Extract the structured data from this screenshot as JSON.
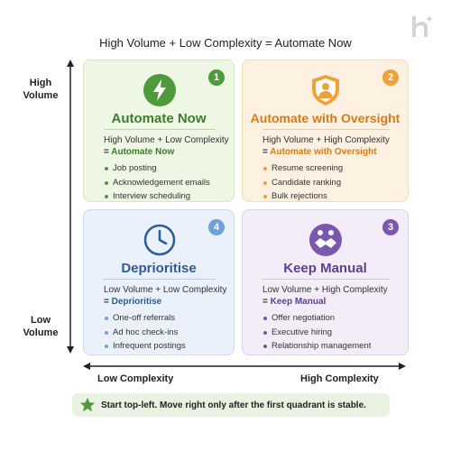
{
  "title": "High Volume + Low Complexity = Automate Now",
  "axes": {
    "y_high": "High Volume",
    "y_low": "Low Volume",
    "x_low": "Low Complexity",
    "x_high": "High Complexity"
  },
  "quadrants": {
    "q1": {
      "number": "1",
      "title": "Automate Now",
      "icon": "lightning-bolt-icon",
      "desc": "High Volume + Low Complexity",
      "eq_prefix": "= ",
      "eq_value": "Automate Now",
      "items": [
        "Job posting",
        "Acknowledgement emails",
        "Interview scheduling"
      ],
      "color": "#4e9a3c"
    },
    "q2": {
      "number": "2",
      "title": "Automate with Oversight",
      "icon": "shield-person-icon",
      "desc": "High Volume + High Complexity",
      "eq_prefix": "= ",
      "eq_value": "Automate with Oversight",
      "items": [
        "Resume screening",
        "Candidate ranking",
        "Bulk rejections"
      ],
      "color": "#f0a13a"
    },
    "q3": {
      "number": "3",
      "title": "Keep Manual",
      "icon": "handshake-icon",
      "desc": "Low Volume + High Complexity",
      "eq_prefix": "= ",
      "eq_value": "Keep Manual",
      "items": [
        "Offer negotiation",
        "Executive hiring",
        "Relationship management"
      ],
      "color": "#7a58ab"
    },
    "q4": {
      "number": "4",
      "title": "Deprioritise",
      "icon": "clock-icon",
      "desc": "Low Volume + Low Complexity",
      "eq_prefix": "= ",
      "eq_value": "Deprioritise",
      "items": [
        "One-off referrals",
        "Ad hoc check-ins",
        "Infrequent postings"
      ],
      "color": "#6fa1d6"
    }
  },
  "footer": {
    "icon": "star-icon",
    "text": "Start top-left. Move right only after the first quadrant is stable."
  }
}
